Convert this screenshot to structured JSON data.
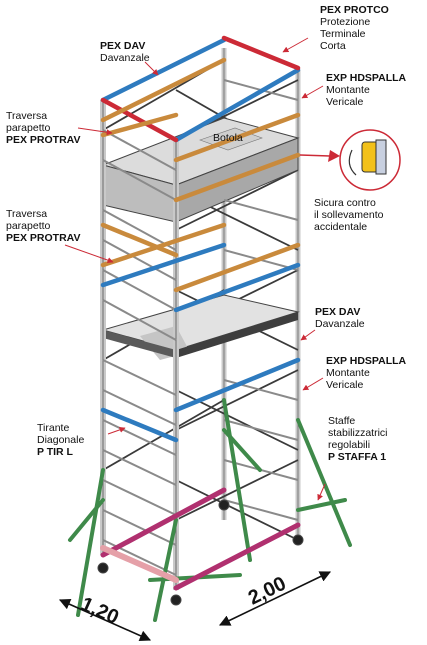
{
  "labels": {
    "pex_dav_top": {
      "code": "PEX DAV",
      "name": "Davanzale"
    },
    "pex_protco": {
      "code": "PEX PROTCO",
      "line1": "Protezione",
      "line2": "Terminale",
      "line3": "Corta"
    },
    "exp_hdspalla_top": {
      "code": "EXP HDSPALLA",
      "line1": "Montante",
      "line2": "Vericale"
    },
    "protrav_top": {
      "line1": "Traversa",
      "line2": "parapetto",
      "code": "PEX PROTRAV"
    },
    "botola": "Botola",
    "sicura": {
      "line1": "Sicura contro",
      "line2": "il sollevamento",
      "line3": "accidentale"
    },
    "protrav_mid": {
      "line1": "Traversa",
      "line2": "parapetto",
      "code": "PEX PROTRAV"
    },
    "pex_dav_mid": {
      "code": "PEX DAV",
      "name": "Davanzale"
    },
    "exp_hdspalla_mid": {
      "code": "EXP HDSPALLA",
      "line1": "Montante",
      "line2": "Vericale"
    },
    "tirante": {
      "line1": "Tirante",
      "line2": "Diagonale",
      "code": "P TIR L"
    },
    "staffe": {
      "line1": "Staffe",
      "line2": "stabilizzatrici",
      "line3": "regolabili",
      "code": "P STAFFA 1"
    }
  },
  "dimensions": {
    "width": "1,20",
    "length": "2,00"
  },
  "colors": {
    "frame": "#c9c9c9",
    "frame_edge": "#555555",
    "diagonal": "#3a3a3a",
    "guardrail_blue": "#2e7bbf",
    "guardrail_orange": "#c98a3c",
    "top_red": "#cc2a36",
    "platform": "#d8d8d8",
    "outrigger": "#3f8a4a",
    "base_brace": "#b0306f",
    "callout": "#d0202a"
  }
}
